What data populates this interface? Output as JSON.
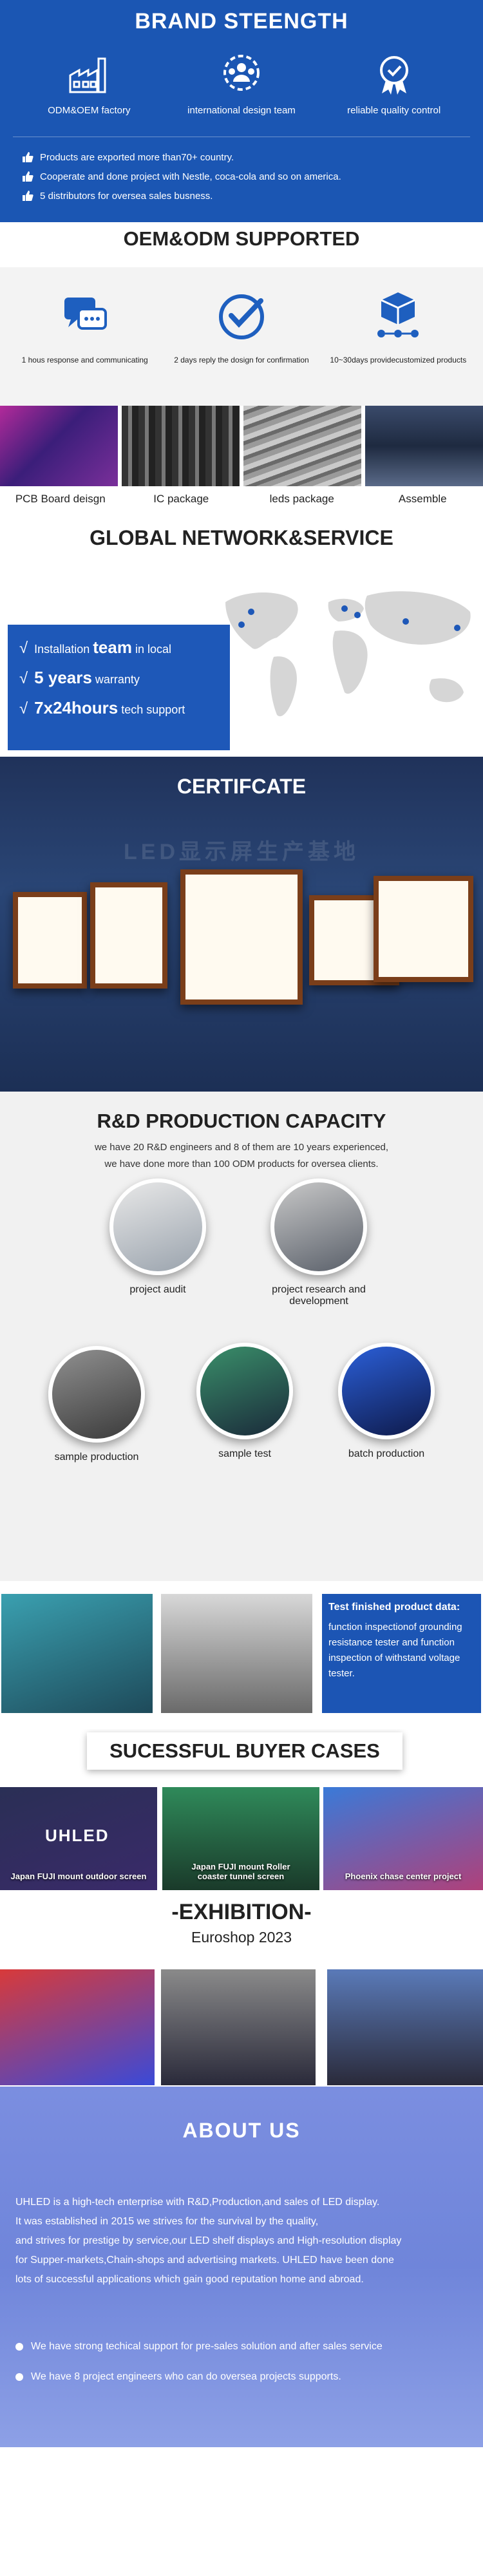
{
  "brand": {
    "title": "BRAND STEENGTH",
    "features": [
      {
        "icon": "factory-icon",
        "label": "ODM&OEM factory"
      },
      {
        "icon": "design-team-icon",
        "label": "international  design team"
      },
      {
        "icon": "quality-badge-icon",
        "label": "reliable quality control"
      }
    ],
    "points": [
      "Products are exported more than70+ country.",
      "Cooperate and done project with Nestle, coca-cola and so on america.",
      "5 distributors for oversea sales busness."
    ]
  },
  "oem": {
    "title": "OEM&ODM SUPPORTED",
    "items": [
      {
        "icon": "chat-bubbles-icon",
        "label": "1  hous response and communicating"
      },
      {
        "icon": "checkmark-circle-icon",
        "label": "2 days reply the dosign for confirmation"
      },
      {
        "icon": "package-cube-icon",
        "label": "10~30days providecustomized products"
      }
    ]
  },
  "photos": {
    "labels": [
      "PCB Board deisgn",
      "IC package",
      "leds package",
      "Assemble"
    ]
  },
  "global": {
    "title": "GLOBAL NETWORK&SERVICE",
    "lines": [
      {
        "check": "√",
        "pre": "Installation ",
        "bold": "team",
        "post": " in local"
      },
      {
        "check": "√",
        "pre": "",
        "bold": "5 years",
        "post": " warranty"
      },
      {
        "check": "√",
        "pre": "",
        "bold": "7x24hours",
        "post": " tech support"
      }
    ]
  },
  "cert": {
    "title": "CERTIFCATE",
    "watermark": "LED显示屏生产基地"
  },
  "rd": {
    "title": "R&D PRODUCTION CAPACITY",
    "desc1": "we have 20 R&D engineers and 8 of them are 10 years experienced,",
    "desc2": "we have done more than 100 ODM products for oversea clients.",
    "items": [
      {
        "label": "project audit"
      },
      {
        "label": "project research and development"
      },
      {
        "label": "sample production"
      },
      {
        "label": "sample test"
      },
      {
        "label": "batch production"
      }
    ]
  },
  "test": {
    "heading": "Test finished product data:",
    "text": "function inspectionof grounding resistance tester and function inspection of withstand voltage tester."
  },
  "cases": {
    "title": "SUCESSFUL BUYER CASES",
    "items": [
      {
        "label": "Japan FUJI mount outdoor screen",
        "logo": "UHLED"
      },
      {
        "label": "Japan FUJI mount Roller coaster tunnel screen"
      },
      {
        "label": "Phoenix chase center project"
      }
    ]
  },
  "exhibition": {
    "title": "-EXHIBITION-",
    "subtitle": "Euroshop 2023"
  },
  "about": {
    "title": "ABOUT US",
    "lines": [
      "UHLED is a high-tech enterprise with R&D,Production,and sales of LED display.",
      "It was established in 2015 we strives for the survival by the quality,",
      "and strives for prestige by service,our LED shelf displays and High-resolution display",
      "for Supper-markets,Chain-shops and advertising markets. UHLED have been done",
      "lots of successful applications which gain good reputation home and abroad."
    ],
    "bullets": [
      "We have strong techical support for pre-sales solution and after sales service",
      "We have 8 project engineers who can do oversea projects supports."
    ]
  },
  "colors": {
    "brand_blue": "#1b56b3",
    "about_bg": "#7b8ee0",
    "cert_bg": "#2a4676"
  }
}
